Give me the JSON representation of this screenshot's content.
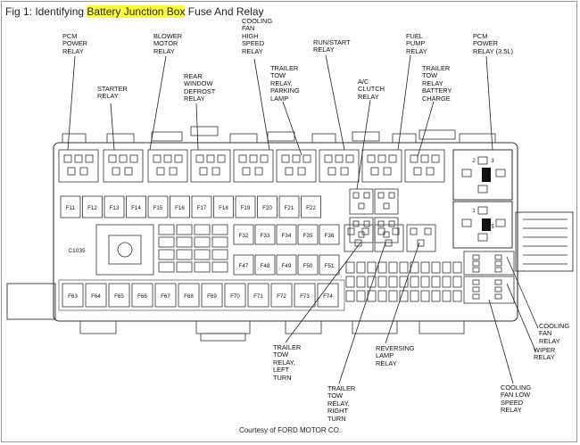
{
  "figure": {
    "title_prefix": "Fig 1: Identifying ",
    "title_highlight": "Battery Junction Box",
    "title_suffix": " Fuse And Relay",
    "credit": "Courtesy of FORD MOTOR CO.",
    "connector": "C1035"
  },
  "callouts": [
    {
      "id": "pcm-power-relay",
      "text": "PCM\nPOWER\nRELAY"
    },
    {
      "id": "blower-motor-relay",
      "text": "BLOWER\nMOTOR\nRELAY"
    },
    {
      "id": "starter-relay",
      "text": "STARTER\nRELAY"
    },
    {
      "id": "rear-window-defrost-relay",
      "text": "REAR\nWINDOW\nDEFROST\nRELAY"
    },
    {
      "id": "cooling-fan-high-speed-relay",
      "text": "COOLING\nFAN\nHIGH\nSPEED\nRELAY"
    },
    {
      "id": "trailer-tow-parking-lamp",
      "text": "TRAILER\nTOW\nRELAY,\nPARKING\nLAMP"
    },
    {
      "id": "run-start-relay",
      "text": "RUN/START\nRELAY"
    },
    {
      "id": "ac-clutch-relay",
      "text": "A/C\nCLUTCH\nRELAY"
    },
    {
      "id": "fuel-pump-relay",
      "text": "FUEL\nPUMP\nRELAY"
    },
    {
      "id": "trailer-tow-battery-charge",
      "text": "TRAILER\nTOW\nRELAY\nBATTERY\nCHARGE"
    },
    {
      "id": "pcm-power-relay-35",
      "text": "PCM\nPOWER\nRELAY (3.5L)"
    },
    {
      "id": "cooling-fan-relay",
      "text": "COOLING\nFAN\nRELAY"
    },
    {
      "id": "wiper-relay",
      "text": "WIPER\nRELAY"
    },
    {
      "id": "cooling-fan-low-speed-relay",
      "text": "COOLING\nFAN LOW\nSPEED\nRELAY"
    },
    {
      "id": "reversing-lamp-relay",
      "text": "REVERSING\nLAMP\nRELAY"
    },
    {
      "id": "trailer-tow-right-turn",
      "text": "TRAILER\nTOW\nRELAY,\nRIGHT\nTURN"
    },
    {
      "id": "trailer-tow-left-turn",
      "text": "TRAILER\nTOW\nRELAY,\nLEFT\nTURN"
    }
  ],
  "fuses": {
    "row1": [
      "F11",
      "F12",
      "F13",
      "F14",
      "F15",
      "F16",
      "F17",
      "F18",
      "F19",
      "F20",
      "F21",
      "F22"
    ],
    "mid_row1": [
      "F32",
      "F33",
      "F34",
      "F35",
      "F36"
    ],
    "mid_row2": [
      "F47",
      "F48",
      "F49",
      "F50",
      "F51"
    ],
    "bottom_row": [
      "F63",
      "F64",
      "F65",
      "F66",
      "F67",
      "F68",
      "F69",
      "F70",
      "F71",
      "F72",
      "F73",
      "F74"
    ]
  },
  "relay_numbers": [
    "2",
    "3",
    "1",
    "5"
  ]
}
